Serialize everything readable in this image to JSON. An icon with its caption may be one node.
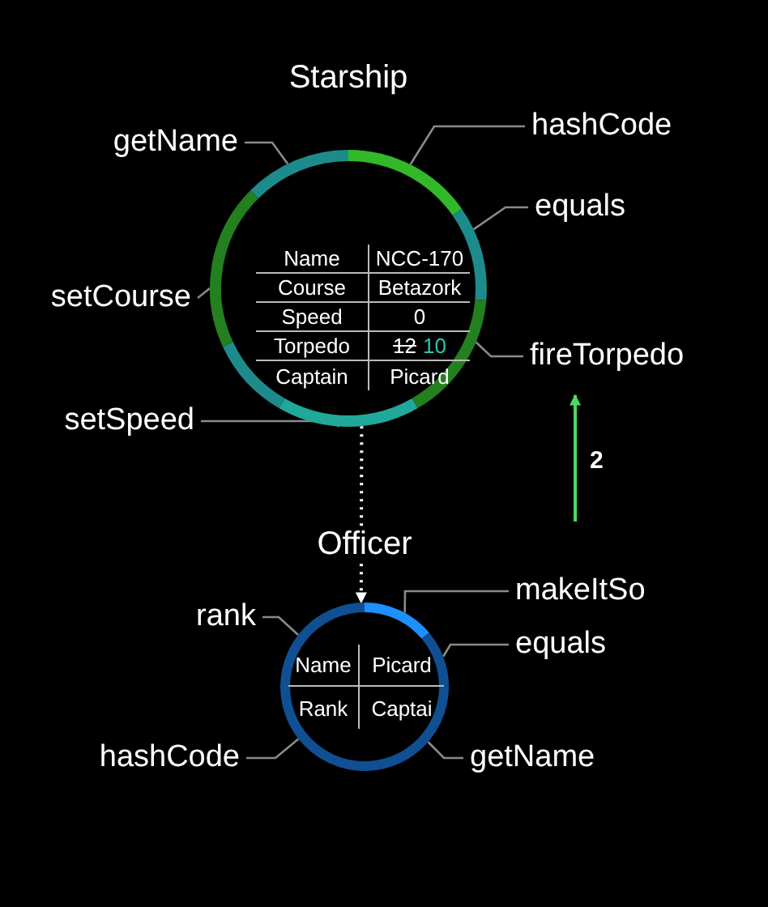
{
  "diagram": {
    "nodes": [
      {
        "text": [
          "Starship"
        ]
      },
      {
        "text": [
          "getName"
        ]
      },
      {
        "text": [
          "hashCode"
        ]
      },
      {
        "text": [
          "equals"
        ]
      },
      {
        "text": [
          "setCourse"
        ]
      },
      {
        "text": [
          "fireTorpedo"
        ]
      },
      {
        "text": [
          "setSpeed"
        ]
      },
      {
        "text": [
          "Officer"
        ]
      },
      {
        "text": [
          "rank"
        ]
      },
      {
        "text": [
          "makeItSo"
        ]
      },
      {
        "text": [
          "equals"
        ]
      },
      {
        "text": [
          "hashCode"
        ]
      },
      {
        "text": [
          "getName"
        ]
      }
    ],
    "edges": [
      {
        "from": 1,
        "to": 0,
        "arrow": "none"
      },
      {
        "from": 2,
        "to": 0,
        "arrow": "none"
      },
      {
        "from": 3,
        "to": 0,
        "arrow": "none"
      },
      {
        "from": 4,
        "to": 0,
        "arrow": "none"
      },
      {
        "from": 5,
        "to": 0,
        "arrow": "none"
      },
      {
        "from": 6,
        "to": 0,
        "arrow": "none"
      },
      {
        "from": 0,
        "to": 7,
        "arrow": "to",
        "style": "dashed",
        "color": "#ffffff"
      },
      {
        "from": null,
        "to": 5,
        "arrow": "to",
        "label": "2",
        "color": "#4cd964"
      },
      {
        "from": 8,
        "to": 7,
        "arrow": "none"
      },
      {
        "from": 9,
        "to": 7,
        "arrow": "none"
      },
      {
        "from": 10,
        "to": 7,
        "arrow": "none"
      },
      {
        "from": 11,
        "to": 7,
        "arrow": "none"
      },
      {
        "from": 12,
        "to": 7,
        "arrow": "none"
      }
    ],
    "labels": [
      "Name",
      "NCC-170",
      "Course",
      "Betazork",
      "Speed",
      "0",
      "Torpedo",
      "12",
      "10",
      "Captain",
      "Picard",
      "Name",
      "Picard",
      "Rank",
      "Captai"
    ]
  }
}
